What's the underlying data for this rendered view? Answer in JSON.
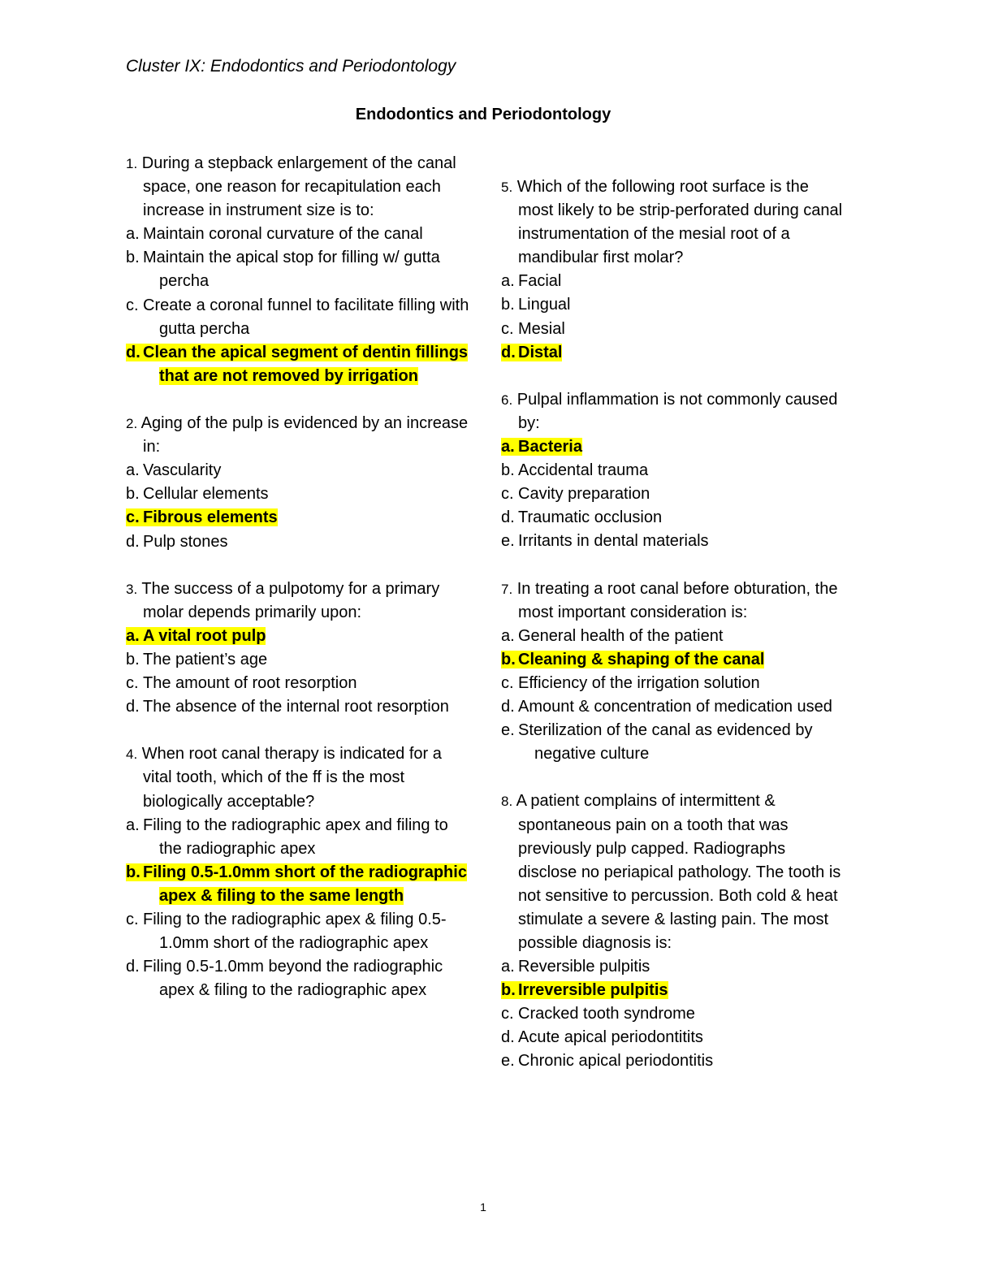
{
  "header": "Cluster IX: Endodontics and Periodontology",
  "title": "Endodontics and Periodontology",
  "page_number": "1",
  "highlight_color": "#ffff00",
  "questions": [
    {
      "num": "1.",
      "stem": "During a stepback enlargement of the canal space, one reason for recapitulation each increase in instrument size is to:",
      "options": [
        {
          "letter": "a.",
          "text": "Maintain coronal curvature of the canal"
        },
        {
          "letter": "b.",
          "text": "Maintain the apical stop for filling w/ gutta percha"
        },
        {
          "letter": "c.",
          "text": "Create a coronal funnel to facilitate filling with gutta percha"
        },
        {
          "letter": "d.",
          "text": "Clean the apical segment of dentin fillings that are not removed by irrigation",
          "correct": true
        }
      ]
    },
    {
      "num": "2.",
      "stem": "Aging of the pulp is evidenced by an increase in:",
      "options": [
        {
          "letter": "a.",
          "text": "Vascularity"
        },
        {
          "letter": "b.",
          "text": "Cellular elements"
        },
        {
          "letter": "c.",
          "text": "Fibrous elements",
          "correct": true
        },
        {
          "letter": "d.",
          "text": "Pulp stones"
        }
      ]
    },
    {
      "num": "3.",
      "stem": "The success of a pulpotomy for a primary molar depends primarily upon:",
      "options": [
        {
          "letter": "a.",
          "text": "A vital root pulp",
          "correct": true
        },
        {
          "letter": "b.",
          "text": "The patient’s age"
        },
        {
          "letter": "c.",
          "text": "The amount of root resorption"
        },
        {
          "letter": "d.",
          "text": "The absence of the internal root resorption"
        }
      ]
    },
    {
      "num": "4.",
      "stem": "When root canal therapy is indicated for a vital tooth, which of the ff is the most biologically acceptable?",
      "options": [
        {
          "letter": "a.",
          "text": "Filing to the radiographic apex and filing to the radiographic apex"
        },
        {
          "letter": "b.",
          "text": "Filing 0.5-1.0mm short of the radiographic apex & filing to the same length",
          "correct": true
        },
        {
          "letter": "c.",
          "text": "Filing to the radiographic apex & filing 0.5-1.0mm short of the radiographic apex"
        },
        {
          "letter": "d.",
          "text": "Filing 0.5-1.0mm beyond the radiographic apex & filing to the radiographic apex"
        }
      ]
    },
    {
      "num": "5.",
      "stem": "Which of the following root surface is the most likely to be strip-perforated during canal instrumentation of the mesial root of a mandibular first molar?",
      "options": [
        {
          "letter": "a.",
          "text": "Facial"
        },
        {
          "letter": "b.",
          "text": "Lingual"
        },
        {
          "letter": "c.",
          "text": "Mesial"
        },
        {
          "letter": "d.",
          "text": "Distal",
          "correct": true
        }
      ]
    },
    {
      "num": "6.",
      "stem": "Pulpal inflammation is not commonly caused by:",
      "options": [
        {
          "letter": "a.",
          "text": "Bacteria",
          "correct": true
        },
        {
          "letter": "b.",
          "text": "Accidental trauma"
        },
        {
          "letter": "c.",
          "text": "Cavity preparation"
        },
        {
          "letter": "d.",
          "text": "Traumatic occlusion"
        },
        {
          "letter": "e.",
          "text": "Irritants in dental materials"
        }
      ]
    },
    {
      "num": "7.",
      "stem": "In treating a root canal before obturation, the most important consideration is:",
      "options": [
        {
          "letter": "a.",
          "text": "General health of the patient"
        },
        {
          "letter": "b.",
          "text": "Cleaning & shaping of the canal",
          "correct": true
        },
        {
          "letter": "c.",
          "text": "Efficiency of the irrigation solution"
        },
        {
          "letter": "d.",
          "text": "Amount & concentration of medication used"
        },
        {
          "letter": "e.",
          "text": "Sterilization of the canal as evidenced by negative culture"
        }
      ]
    },
    {
      "num": "8.",
      "stem": "A patient complains of intermittent & spontaneous pain on a tooth that was previously pulp capped. Radiographs disclose no periapical pathology. The tooth is not sensitive to percussion. Both cold & heat stimulate a severe & lasting pain. The most possible diagnosis is:",
      "options": [
        {
          "letter": "a.",
          "text": "Reversible pulpitis"
        },
        {
          "letter": "b.",
          "text": "Irreversible pulpitis",
          "correct": true
        },
        {
          "letter": "c.",
          "text": "Cracked tooth syndrome"
        },
        {
          "letter": "d.",
          "text": "Acute apical periodontitits"
        },
        {
          "letter": "e.",
          "text": "Chronic apical periodontitis"
        }
      ]
    }
  ]
}
